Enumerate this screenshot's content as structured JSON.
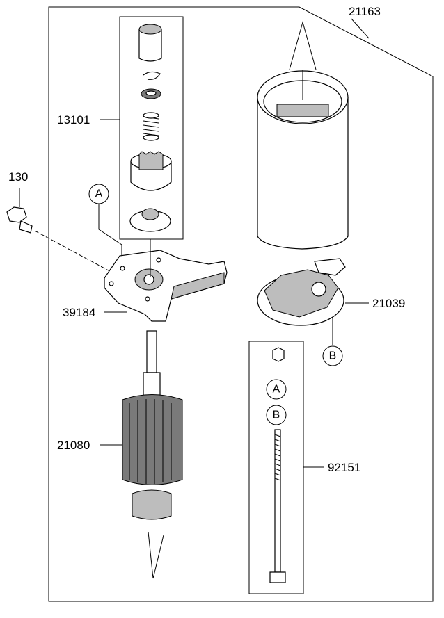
{
  "diagram": {
    "part_labels": [
      {
        "id": "21163",
        "text": "21163"
      },
      {
        "id": "13101",
        "text": "13101"
      },
      {
        "id": "130",
        "text": "130"
      },
      {
        "id": "39184",
        "text": "39184"
      },
      {
        "id": "21039",
        "text": "21039"
      },
      {
        "id": "21080",
        "text": "21080"
      },
      {
        "id": "92151",
        "text": "92151"
      }
    ],
    "reference_markers": {
      "a1": "A",
      "b1": "B",
      "a2": "A",
      "b2": "B"
    }
  }
}
